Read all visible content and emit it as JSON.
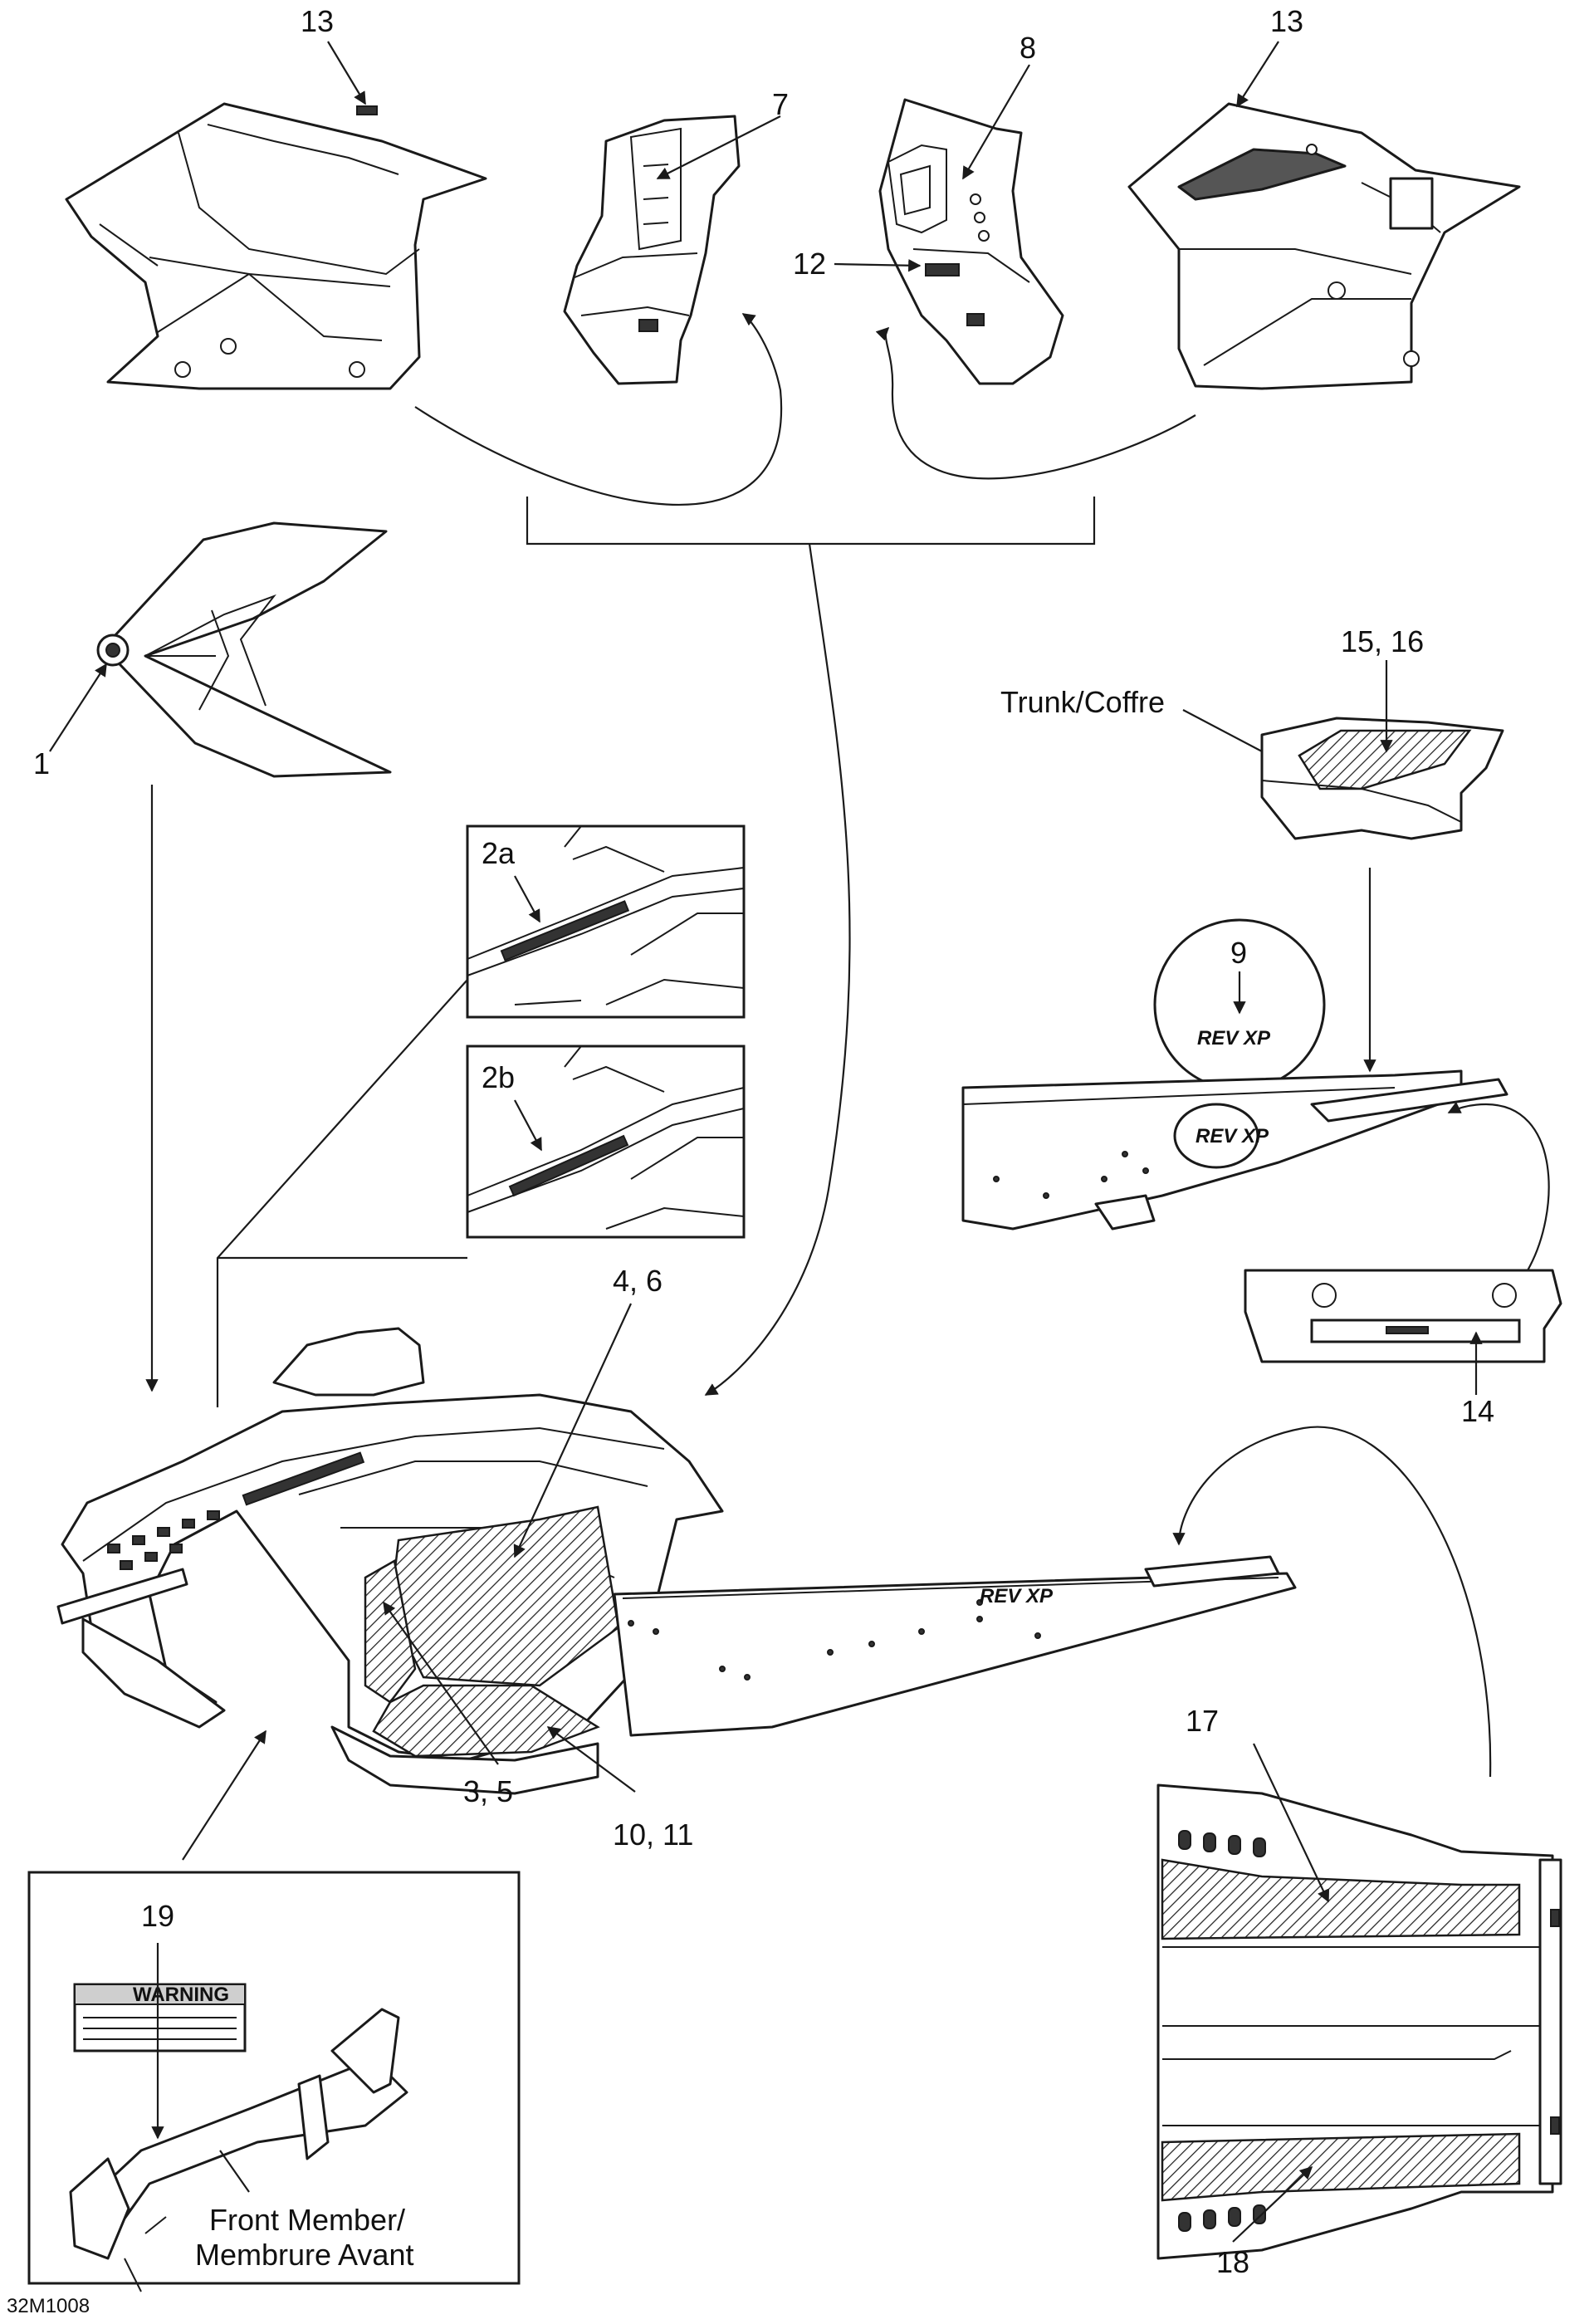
{
  "figure_code": "32M1008",
  "callouts": {
    "c1": "1",
    "c2a": "2a",
    "c2b": "2b",
    "c3_5": "3, 5",
    "c4_6": "4, 6",
    "c7": "7",
    "c8": "8",
    "c9": "9",
    "c10_11": "10, 11",
    "c12": "12",
    "c13_left": "13",
    "c13_right": "13",
    "c14": "14",
    "c15_16": "15, 16",
    "c17": "17",
    "c18": "18",
    "c19": "19"
  },
  "part_names": {
    "trunk": "Trunk/Coffre",
    "front_member_line1": "Front Member/",
    "front_member_line2": "Membrure Avant"
  },
  "decal_text": {
    "badge": "REV XP",
    "warning": "WARNING"
  }
}
